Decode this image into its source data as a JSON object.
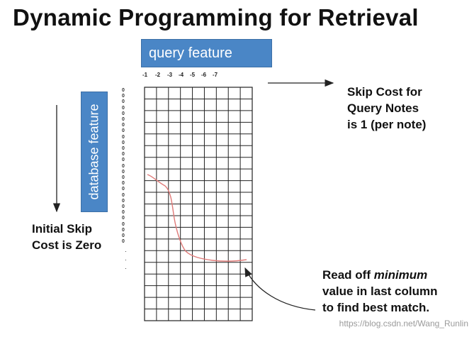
{
  "title": "Dynamic Programming for Retrieval",
  "query_box": {
    "label": "query feature"
  },
  "database_box": {
    "label": "database feature"
  },
  "column_labels": [
    "-1",
    "-2",
    "-3",
    "-4",
    "-5",
    "-6",
    "-7"
  ],
  "row_label_glyph": "0",
  "notes": {
    "skip_cost_query": {
      "lines": [
        "Skip Cost for",
        "Query Notes",
        "is 1 (per note)"
      ]
    },
    "initial_skip": {
      "lines": [
        "Initial Skip",
        "Cost is Zero"
      ]
    },
    "read_off": {
      "line1_prefix": "Read off ",
      "line1_emphasis": "minimum",
      "line2": "value in last column",
      "line3": "to find best match."
    }
  },
  "watermark": "https://blog.csdn.net/Wang_Runlin",
  "colors": {
    "box_fill": "#4a86c6",
    "grid_line": "#222222",
    "path_line": "#e07a78",
    "arrow": "#222222"
  }
}
